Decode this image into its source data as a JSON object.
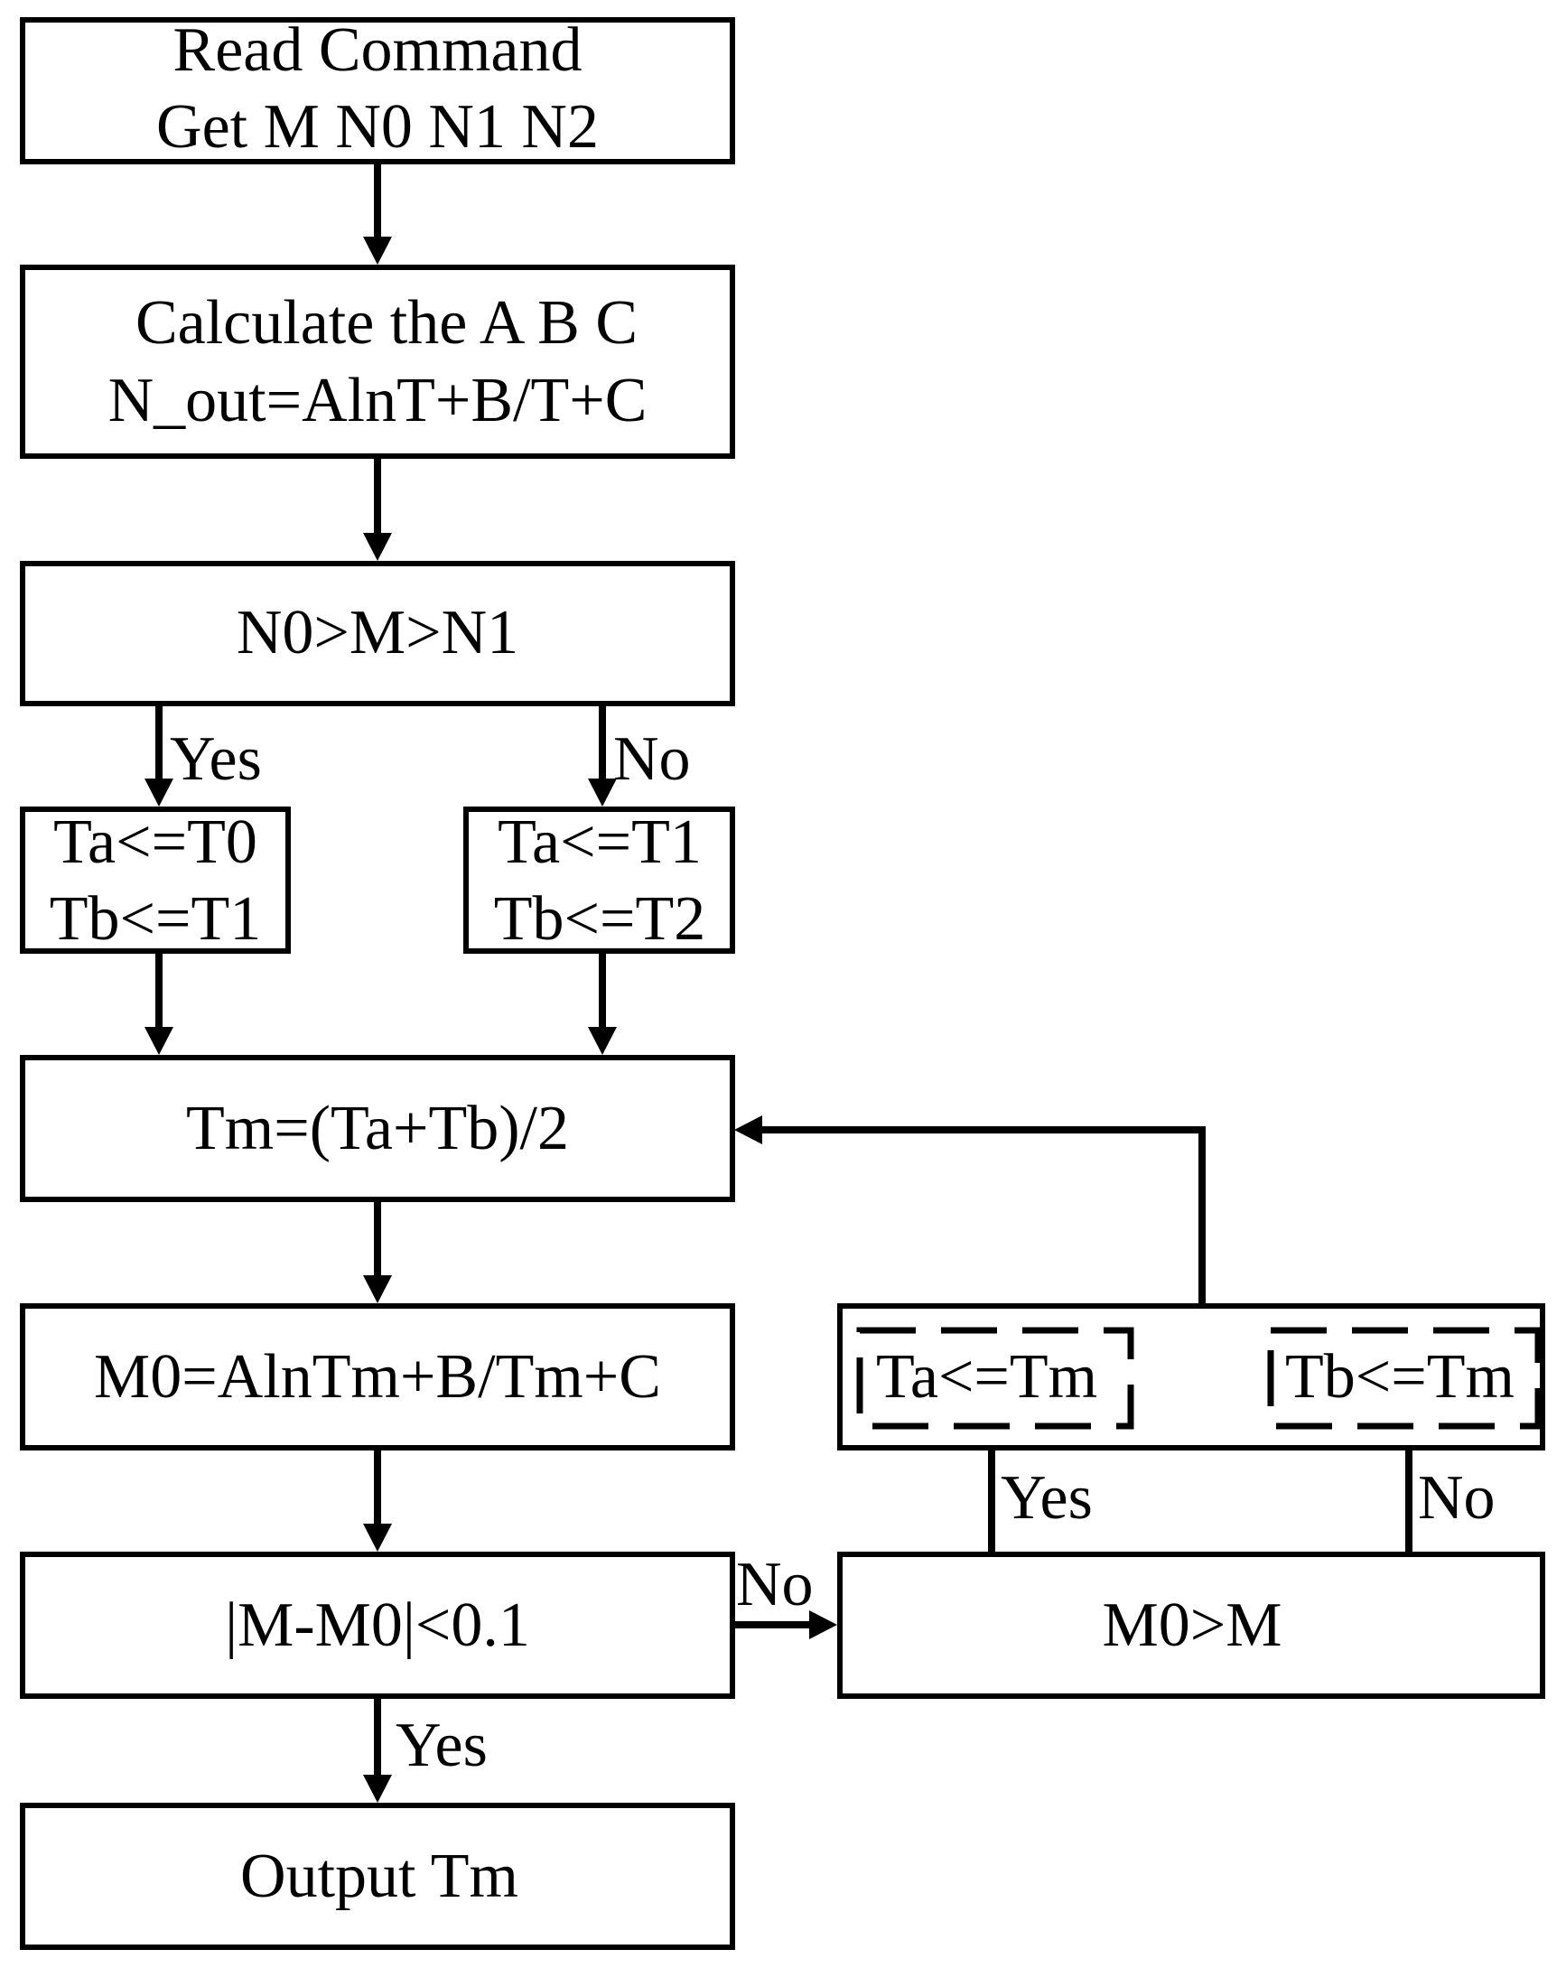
{
  "nodes": {
    "read_command": {
      "line1": "Read Command",
      "line2": "Get M N0 N1 N2"
    },
    "calculate": {
      "line1": "Calculate the A B C",
      "line2": "N_out=AlnT+B/T+C"
    },
    "condition_range": {
      "label": "N0>M>N1"
    },
    "assign_yes": {
      "line1": "Ta<=T0",
      "line2": "Tb<=T1"
    },
    "assign_no": {
      "line1": "Ta<=T1",
      "line2": "Tb<=T2"
    },
    "midpoint": {
      "label": "Tm=(Ta+Tb)/2"
    },
    "compute_m0": {
      "label": "M0=AlnTm+B/Tm+C"
    },
    "check_error": {
      "label": "|M-M0|<0.1"
    },
    "output": {
      "label": "Output Tm"
    },
    "compare_m0": {
      "label": "M0>M"
    },
    "update_ta": {
      "label": "Ta<=Tm"
    },
    "update_tb": {
      "label": "Tb<=Tm"
    }
  },
  "edges": {
    "range_yes": "Yes",
    "range_no": "No",
    "error_yes": "Yes",
    "error_no": "No",
    "compare_yes": "Yes",
    "compare_no": "No"
  }
}
